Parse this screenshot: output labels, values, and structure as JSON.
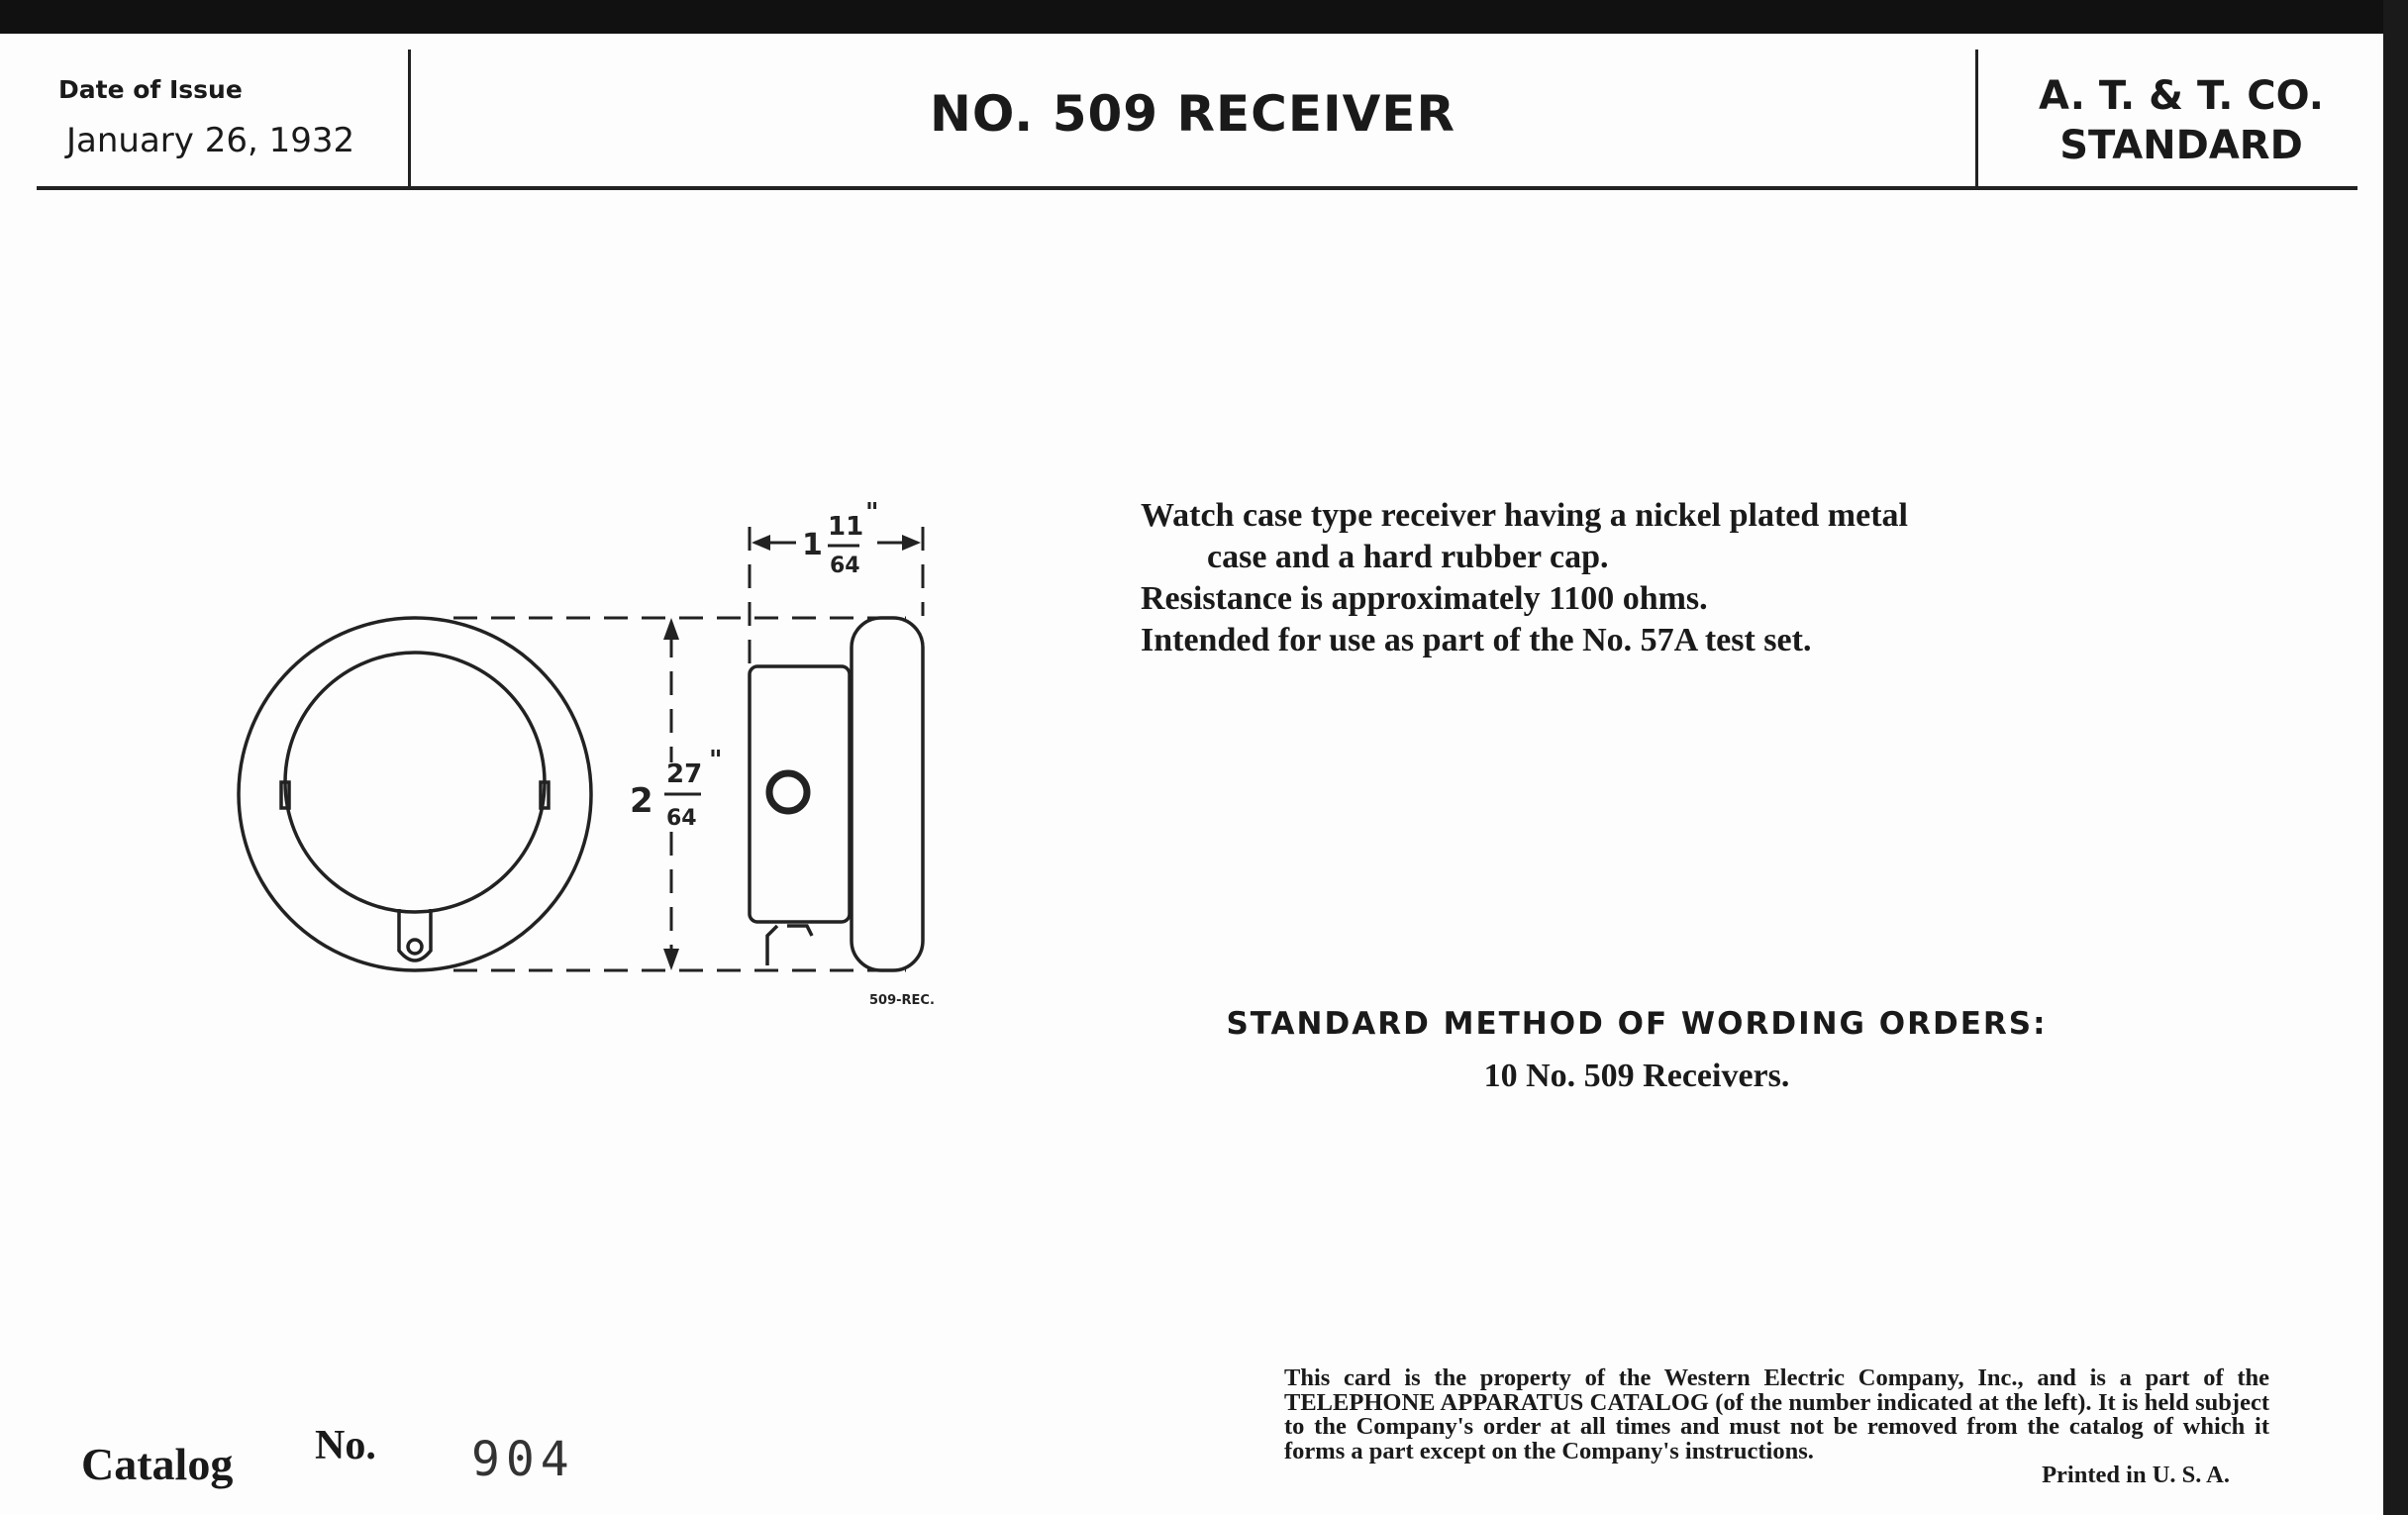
{
  "header": {
    "issue_label": "Date of Issue",
    "issue_date": "January 26, 1932",
    "title": "NO. 509 RECEIVER",
    "standard_line1": "A. T. & T. CO.",
    "standard_line2": "STANDARD"
  },
  "drawing": {
    "width_whole": "1",
    "width_num": "11",
    "width_den": "64",
    "height_whole": "2",
    "height_num": "27",
    "height_den": "64",
    "inch_mark": "\"",
    "label": "509-REC."
  },
  "description": {
    "lines": [
      "Watch case type receiver having a nickel plated metal",
      "case and a hard rubber cap.",
      "Resistance is approximately 1100 ohms.",
      "Intended for use as part of the No. 57A test set."
    ]
  },
  "order": {
    "heading": "STANDARD METHOD OF WORDING ORDERS:",
    "example": "10 No. 509 Receivers."
  },
  "footer": {
    "notice": "This card is the property of the Western Electric Company, Inc., and is a part of the TELEPHONE APPARATUS CATALOG (of the number indicated at the left). It is held subject to the Company's order at all times and must not be removed from the catalog of which it forms a part except on the Company's instructions.",
    "printed": "Printed in U. S. A."
  },
  "catalog": {
    "label": "Catalog",
    "no_label": "No.",
    "number": "904"
  }
}
